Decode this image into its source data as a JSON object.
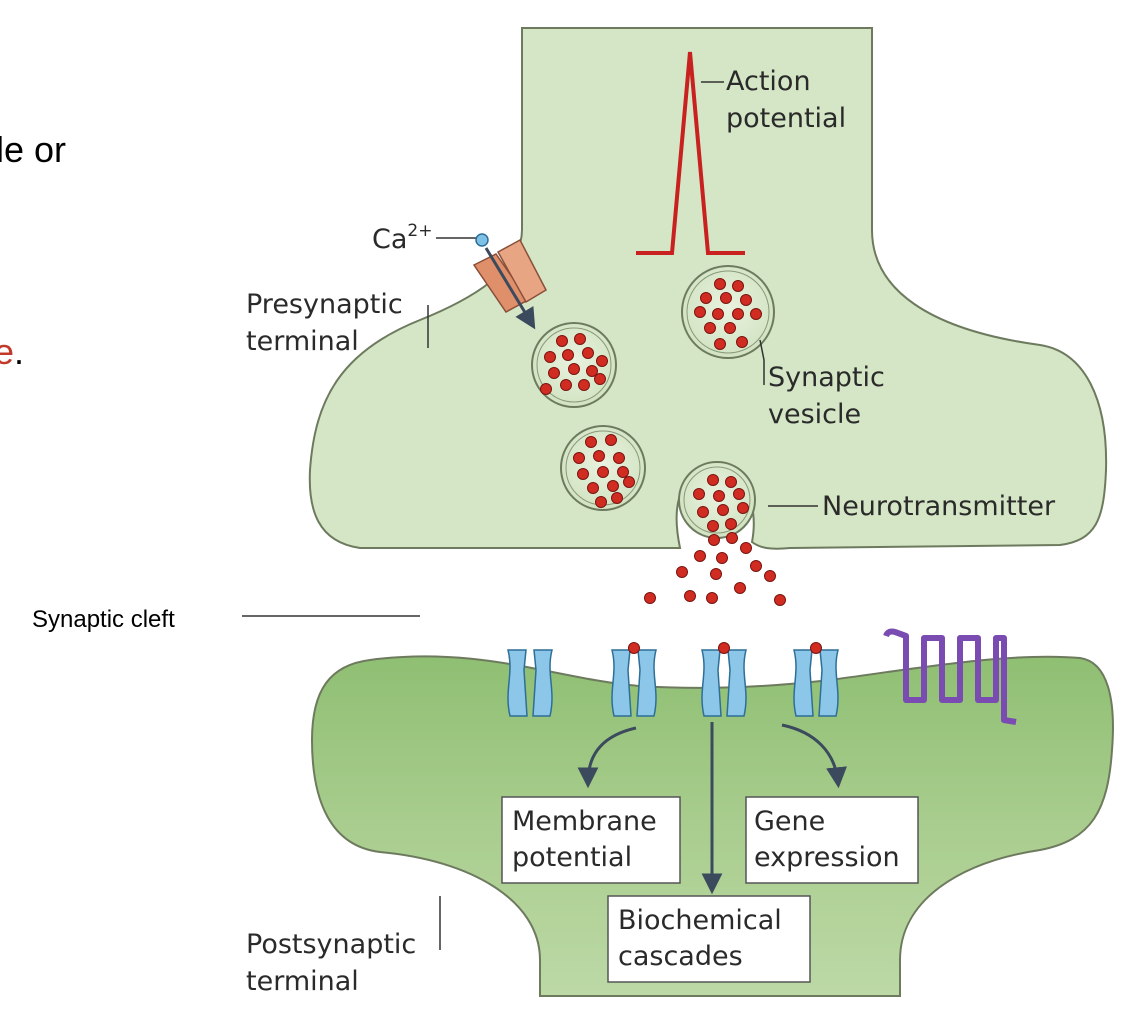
{
  "left_text": {
    "line1": "le or",
    "line2": "e",
    "line2_suffix": "."
  },
  "labels": {
    "action_potential": [
      "Action",
      "potential"
    ],
    "ca": "Ca",
    "ca_sup": "2+",
    "presynaptic_terminal": [
      "Presynaptic",
      "terminal"
    ],
    "synaptic_vesicle": [
      "Synaptic",
      "vesicle"
    ],
    "neurotransmitter": "Neurotransmitter",
    "synaptic_cleft": "Synaptic cleft",
    "postsynaptic_terminal": [
      "Postsynaptic",
      "terminal"
    ]
  },
  "boxes": {
    "membrane_potential": [
      "Membrane",
      "potential"
    ],
    "gene_expression": [
      "Gene",
      "expression"
    ],
    "biochemical_cascades": [
      "Biochemical",
      "cascades"
    ]
  },
  "colors": {
    "presynaptic_fill": "#d4e6c5",
    "postsynaptic_fill": "#a9cd8e",
    "outline": "#6d7a5e",
    "neurotransmitter": "#d12c22",
    "action_potential": "#c8211f",
    "receptor": "#8cc6e8",
    "gpcr": "#7a4bb0",
    "channel": "#e08f6b",
    "arrow": "#3b4a5c"
  }
}
